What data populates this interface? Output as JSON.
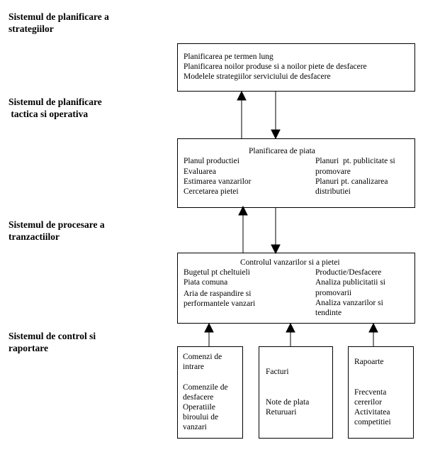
{
  "levels": [
    "Sistemul de planificare a\nstrategiilor",
    "Sistemul de planificare\n tactica si operativa",
    "Sistemul de procesare a\ntranzactiilor",
    "Sistemul de control si\nraportare"
  ],
  "strategic_box": {
    "lines": [
      "Planificarea pe termen lung",
      "Planificarea noilor produse si a noilor piete de desfacere",
      "Modelele strategiilor serviciului de desfacere"
    ]
  },
  "tactical_box": {
    "title": "Planificarea de piata",
    "left": [
      "Planul productiei",
      "Evaluarea",
      "Estimarea vanzarilor",
      "Cercetarea pietei"
    ],
    "right": [
      "Planuri  pt. publicitate si",
      "promovare",
      "Planuri pt. canalizarea",
      "distributiei"
    ]
  },
  "processing_box": {
    "title": "Controlul vanzarilor si a pietei",
    "left": [
      "Bugetul pt cheltuieli",
      "Piata comuna",
      "Aria de raspandire si",
      "performantele vanzari"
    ],
    "right": [
      "Productie/Desfacere",
      "Analiza publicitatii si",
      "promovarii",
      "Analiza vanzarilor si",
      "tendinte"
    ]
  },
  "bottom_boxes": [
    {
      "text": "Comenzi de\nintrare\n\nComenzile de\ndesfacere\nOperatiile\nbiroului de\nvanzari"
    },
    {
      "text": "Facturi\n\n\nNote de plata\nReturuari"
    },
    {
      "text": "Rapoarte\n\n\nFrecventa\ncererilor\nActivitatea\ncompetitiei"
    }
  ]
}
